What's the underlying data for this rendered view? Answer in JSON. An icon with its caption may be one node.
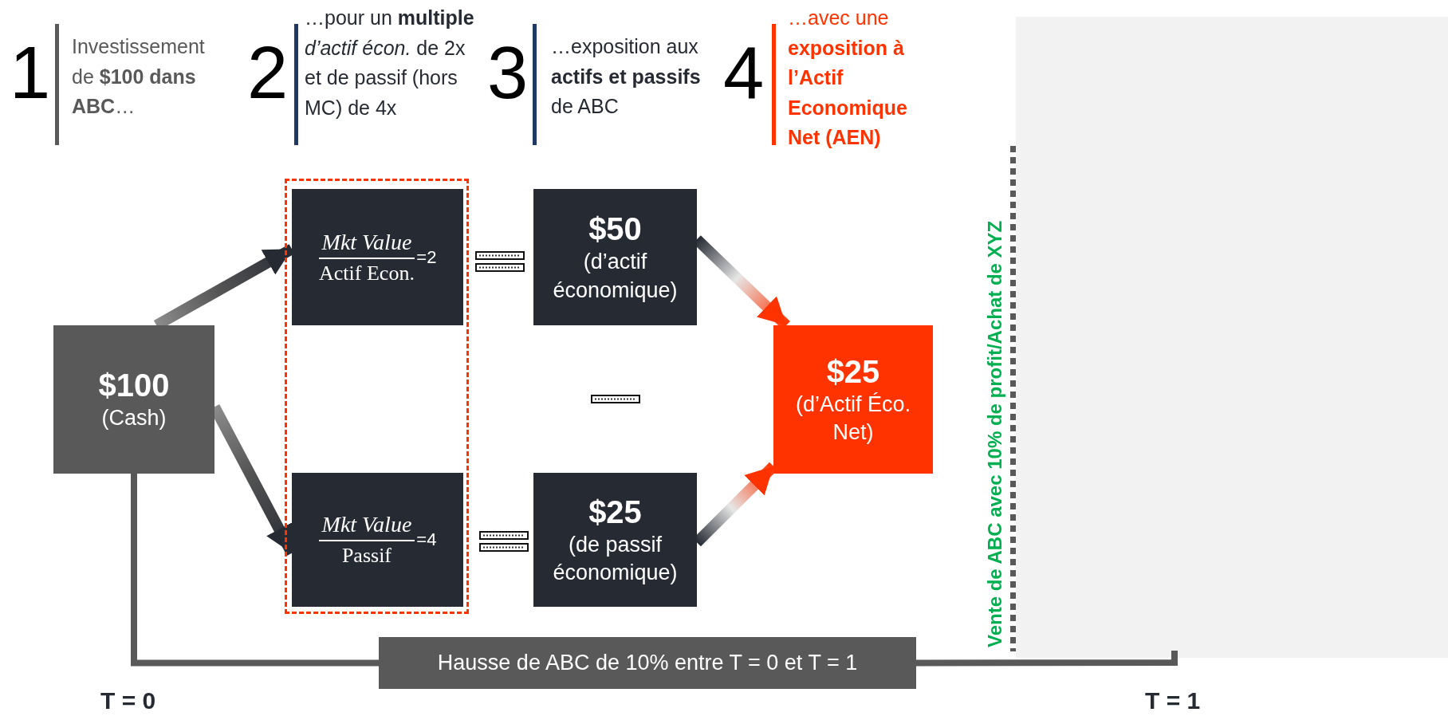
{
  "diagram": {
    "nodes": [
      {
        "text": [
          "$100",
          "(Cash)"
        ]
      },
      {
        "text": [],
        "shape": "box"
      },
      {
        "text": [
          "Mkt Value",
          "Actif Econ.",
          "=2"
        ],
        "in": 1
      },
      {
        "text": [
          "Mkt Value",
          "Passif",
          "=4"
        ],
        "in": 1
      },
      {
        "text": [
          "$50",
          "(d’actif économique)"
        ]
      },
      {
        "text": [
          "$25",
          "(de passif économique)"
        ]
      },
      {
        "text": [
          "$25",
          "(d’Actif Éco. Net)"
        ]
      },
      {
        "text": [
          "Hausse de ABC de 10% entre T = 0 et T = 1"
        ]
      }
    ],
    "edges": [
      {
        "from": 0,
        "to": 2,
        "arrow": "to",
        "style": "thick"
      },
      {
        "from": 0,
        "to": 3,
        "arrow": "to",
        "style": "thick"
      },
      {
        "from": 4,
        "to": 6,
        "arrow": "to",
        "style": "thick",
        "color": "#ff3300"
      },
      {
        "from": 5,
        "to": 6,
        "arrow": "to",
        "style": "thick",
        "color": "#ff3300"
      },
      {
        "from": 0,
        "to": 7,
        "arrow": "none",
        "color": "#595959"
      },
      {
        "from": 7,
        "to": null,
        "arrow": "none",
        "color": "#595959"
      }
    ],
    "labels": [
      "1",
      "Investissement de **$100 dans ABC**…",
      "2",
      "…pour un **multiple** *d’actif écon.* de 2x et de passif (hors MC) de 4x",
      "3",
      "…exposition aux **actifs et passifs** de ABC",
      "4",
      "…avec une **exposition à l’Actif Economique Net (AEN)**",
      "Vente de ABC avec 10% de profit/Achat de XYZ",
      "T = 0",
      "T = 1"
    ]
  }
}
